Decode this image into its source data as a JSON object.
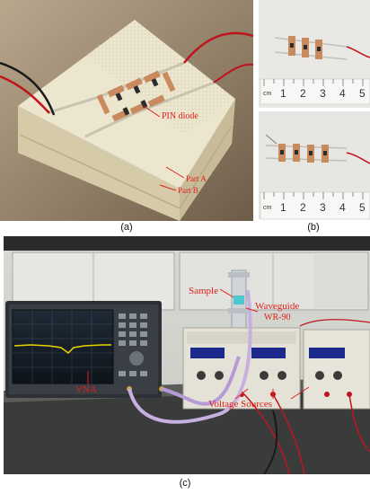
{
  "figure": {
    "panel_a": {
      "caption": "(a)",
      "labels": {
        "pin_diode": "PIN diode",
        "part_a": "Part A",
        "part_b": "Part B"
      }
    },
    "panel_b": {
      "caption": "(b)",
      "ruler_top": {
        "unit": "cm",
        "ticks": [
          "1",
          "2",
          "3",
          "4",
          "5"
        ]
      },
      "ruler_bottom": {
        "unit": "cm",
        "ticks": [
          "1",
          "2",
          "3",
          "4",
          "5"
        ]
      }
    },
    "panel_c": {
      "caption": "(c)",
      "labels": {
        "sample": "Sample",
        "waveguide": "Waveguide",
        "waveguide_model": "WR-90",
        "vna": "VNA",
        "voltage_sources": "Voltage Sources"
      }
    },
    "colors": {
      "annotation": "#e0201b",
      "caption": "#111111",
      "foam": "#ece6cf",
      "cable_purple": "#b69bd6",
      "vna_trace": "#e8d200"
    }
  }
}
